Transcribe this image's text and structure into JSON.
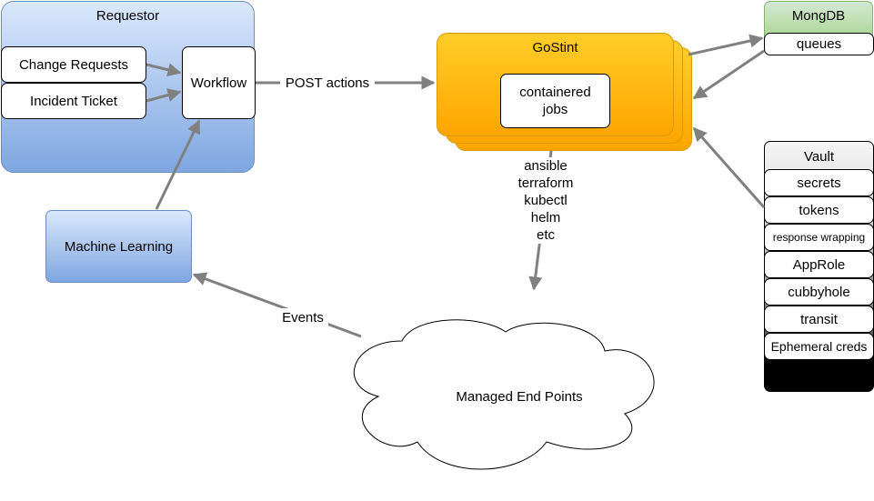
{
  "requestor": {
    "title": "Requestor",
    "change_requests": "Change Requests",
    "incident_ticket": "Incident Ticket",
    "workflow": "Workflow"
  },
  "machine_learning": "Machine Learning",
  "gostint": {
    "title": "GoStint",
    "jobs": "containered jobs",
    "tools": [
      "ansible",
      "terraform",
      "kubectl",
      "helm",
      "etc"
    ]
  },
  "mongodb": {
    "title": "MongDB",
    "queues": "queues"
  },
  "vault": {
    "title": "Vault",
    "items": [
      "secrets",
      "tokens",
      "response wrapping",
      "AppRole",
      "cubbyhole",
      "transit",
      "Ephemeral creds"
    ]
  },
  "cloud_label": "Managed End Points",
  "edge_labels": {
    "post_actions": "POST actions",
    "events": "Events"
  },
  "colors": {
    "requestor_fill": "#dae8fc",
    "gostint_fill": "#ffcd28",
    "mongodb_fill": "#d5e8d4",
    "vault_fill": "#f5f5f5",
    "arrow": "#808080"
  }
}
